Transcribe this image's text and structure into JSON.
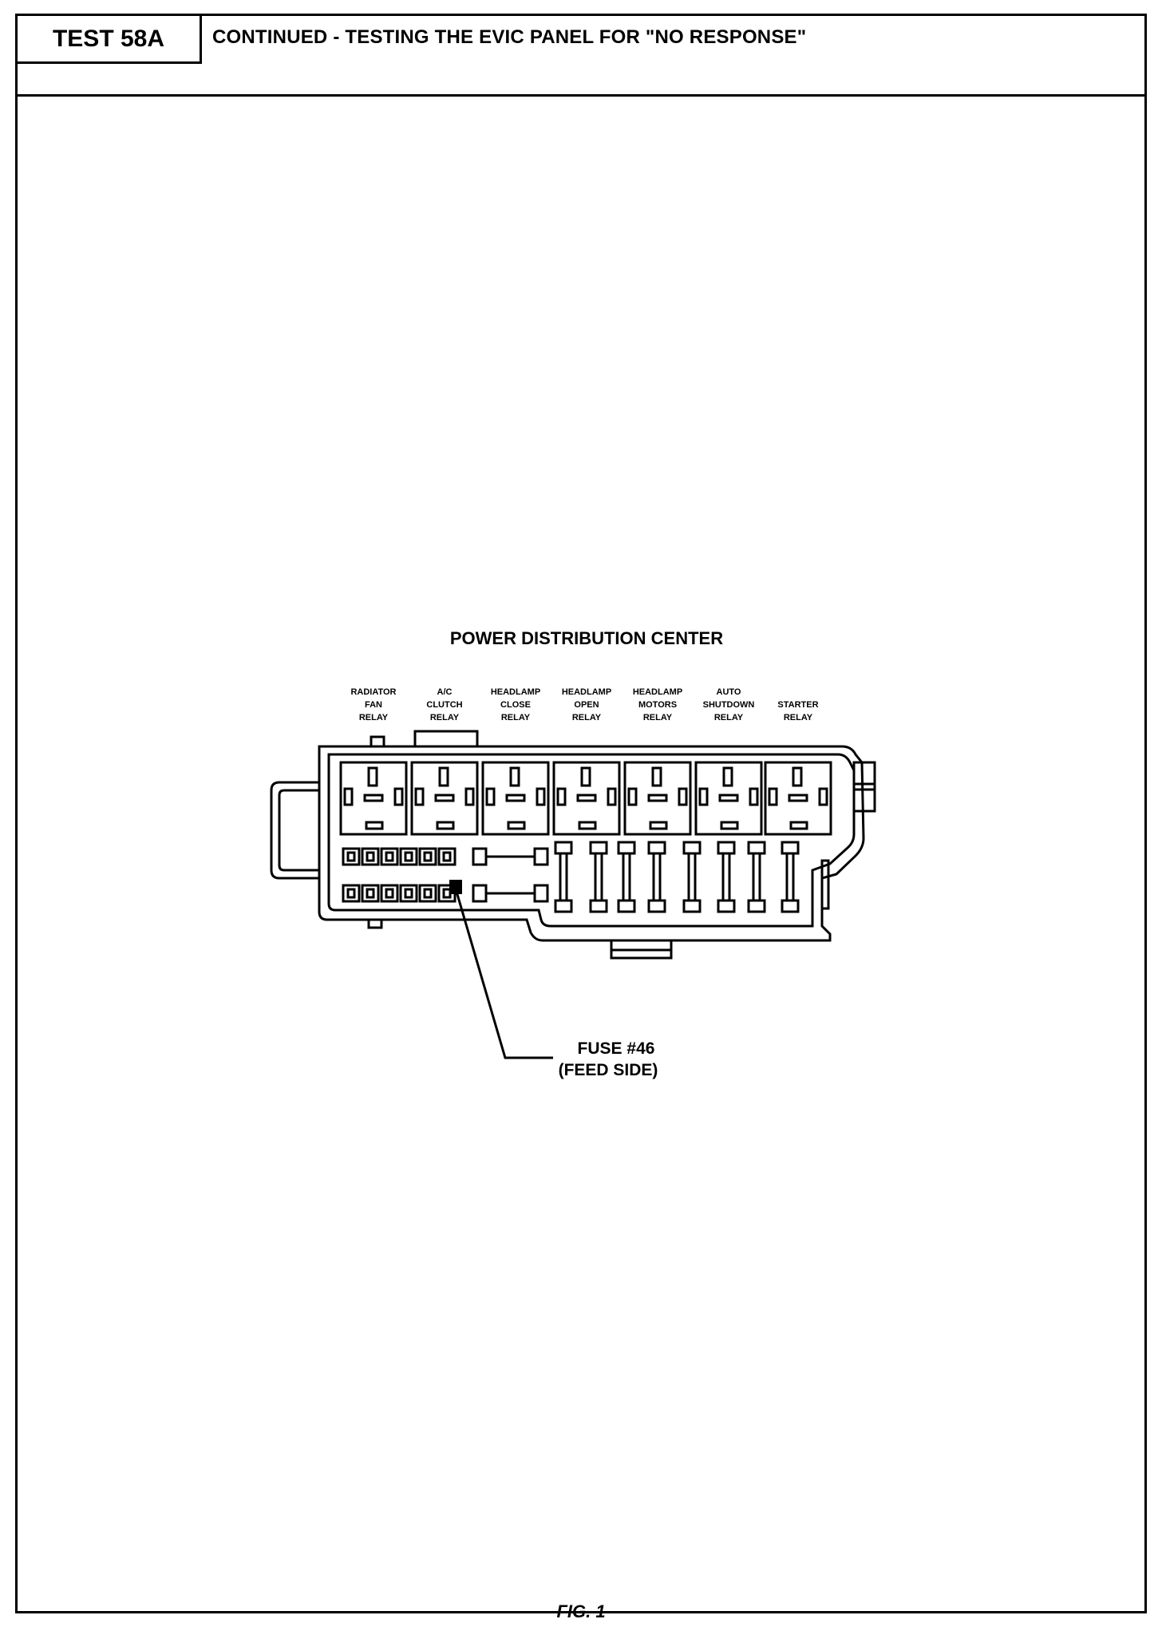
{
  "header": {
    "test_id": "TEST 58A",
    "title": "CONTINUED - TESTING THE EVIC PANEL FOR \"NO RESPONSE\""
  },
  "diagram": {
    "title": "POWER DISTRIBUTION CENTER",
    "relay_labels": [
      [
        "RADIATOR",
        "FAN",
        "RELAY"
      ],
      [
        "A/C",
        "CLUTCH",
        "RELAY"
      ],
      [
        "HEADLAMP",
        "CLOSE",
        "RELAY"
      ],
      [
        "HEADLAMP",
        "OPEN",
        "RELAY"
      ],
      [
        "HEADLAMP",
        "MOTORS",
        "RELAY"
      ],
      [
        "AUTO",
        "SHUTDOWN",
        "RELAY"
      ],
      [
        "STARTER",
        "RELAY"
      ]
    ],
    "callout": {
      "line1": "FUSE #46",
      "line2": "(FEED SIDE)"
    }
  },
  "figure_label": "FIG. 1"
}
